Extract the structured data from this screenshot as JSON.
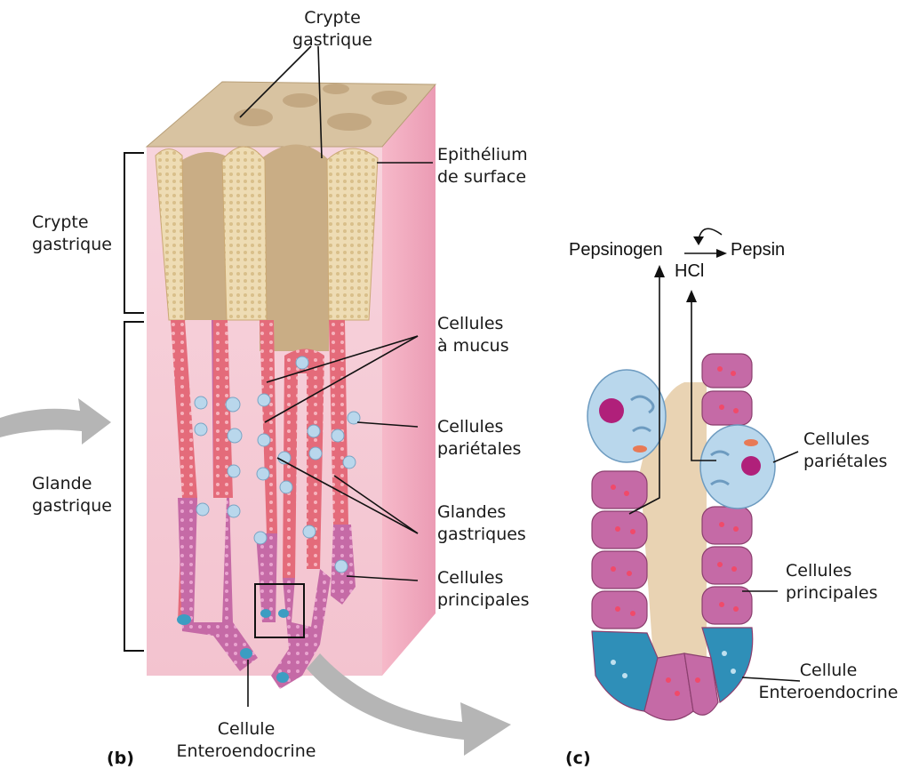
{
  "labels": {
    "crypte_top": [
      "Crypte",
      "gastrique"
    ],
    "crypte_left": [
      "Crypte",
      "gastrique"
    ],
    "glande_left": [
      "Glande",
      "gastrique"
    ],
    "epithelium": [
      "Epithélium",
      "de surface"
    ],
    "mucus": [
      "Cellules",
      "à mucus"
    ],
    "parietales_b": [
      "Cellules",
      "pariétales"
    ],
    "glandes": [
      "Glandes",
      "gastriques"
    ],
    "principales_b": [
      "Cellules",
      "principales"
    ],
    "entero_b": [
      "Cellule",
      "Enteroendocrine"
    ],
    "parietales_c": [
      "Cellules",
      "pariétales"
    ],
    "principales_c": [
      "Cellules",
      "principales"
    ],
    "entero_c": [
      "Cellule",
      "Enteroendocrine"
    ]
  },
  "reaction": {
    "pepsinogen": "Pepsinogen",
    "pepsin": "Pepsin",
    "hcl": "HCl"
  },
  "panels": {
    "b": "(b)",
    "c": "(c)"
  },
  "colors": {
    "surface": "#d8c3a1",
    "tissue_pink": "#f4c9d4",
    "tissue_side": "#f0a6bd",
    "epithelium": "#eedcb4",
    "cell_red": "#e46b7a",
    "cell_magenta": "#c56aa6",
    "parietal_blue": "#b9d7ec",
    "entero_blue": "#3c9dc2",
    "arrow_grey": "#b5b5b5"
  }
}
